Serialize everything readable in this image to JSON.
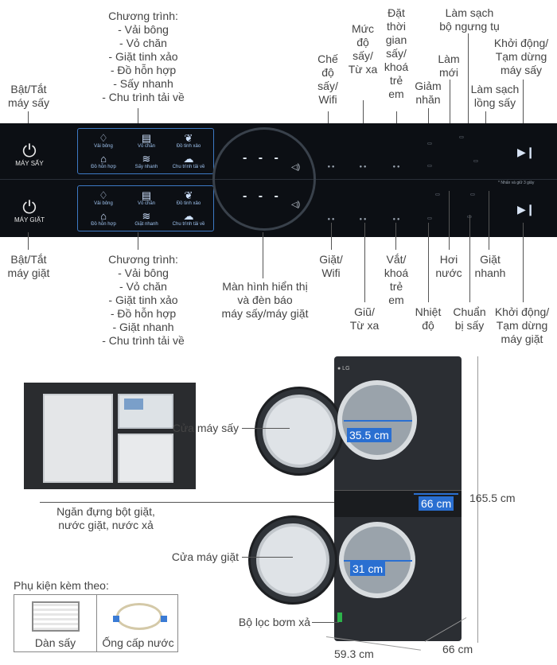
{
  "callouts": {
    "dryer_programs": "Chương trình:\n- Vải bông\n- Vỏ chăn\n- Giặt tinh xảo\n- Đồ hỗn hợp\n- Sấy nhanh\n- Chu trình tải về",
    "dryer_power": "Bật/Tắt\nmáy sấy",
    "dryer_mode": "Chế\nđộ\nsấy/\nWifi",
    "dryer_level": "Mức\nđộ\nsấy/\nTừ xa",
    "dryer_timer": "Đặt\nthời\ngian\nsấy/\nkhoá\ntrẻ\nem",
    "dryer_reduce": "Giảm\nnhăn",
    "dryer_refresh": "Làm\nmới",
    "dryer_clean_condenser": "Làm sạch\nbộ ngưng tụ",
    "dryer_clean_drum": "Làm sạch\nlồng sấy",
    "dryer_start": "Khởi động/\nTạm dừng\nmáy sấy",
    "washer_power": "Bật/Tắt\nmáy giặt",
    "washer_programs": "Chương trình:\n- Vải bông\n- Vỏ chăn\n- Giặt tinh xảo\n- Đồ hỗn hợp\n- Giặt nhanh\n- Chu trình tải về",
    "display": "Màn hình hiển thị\nvà đèn báo\nmáy sấy/máy giặt",
    "washer_wash": "Giặt/\nWifi",
    "washer_spin": "Giũ/\nTừ xa",
    "washer_rinse": "Vắt/\nkhoá\ntrẻ\nem",
    "washer_temp": "Nhiệt\nđộ",
    "washer_steam": "Hơi\nnước",
    "washer_quick": "Giặt\nnhanh",
    "washer_prepare": "Chuẩn\nbị sấy",
    "washer_start": "Khởi động/\nTạm dừng\nmáy giặt",
    "dryer_door": "Cửa máy sấy",
    "detergent": "Ngăn đựng bột giặt,\nnước giặt, nước xả",
    "washer_door": "Cửa máy giặt",
    "drain_filter": "Bộ lọc bơm xả",
    "accessories_title": "Phụ kiện kèm theo:",
    "acc_rack": "Dàn sấy",
    "acc_hose": "Ống cấp nước"
  },
  "panel": {
    "dryer_label": "MÁY SẤY",
    "washer_label": "MÁY GIẶT",
    "dryer_progs": [
      "Vải bông",
      "Vỏ chăn",
      "Đồ tinh xảo",
      "Đồ hỗn hợp",
      "Sấy nhanh",
      "Chu trình tải về"
    ],
    "washer_progs": [
      "Vải bông",
      "Vỏ chăn",
      "Đồ tinh xảo",
      "Đồ hỗn hợp",
      "Giặt nhanh",
      "Chu trình tải về"
    ],
    "note": "* Nhấn và giữ 3 giây"
  },
  "dimensions": {
    "dryer_drum": "35.5 cm",
    "depth_front": "66 cm",
    "height": "165.5 cm",
    "washer_drum": "31 cm",
    "width": "59.3 cm",
    "depth": "66 cm"
  },
  "colors": {
    "panel_bg": "#0c0f14",
    "accent_blue": "#2a6fd1",
    "machine": "#2b2e33"
  }
}
